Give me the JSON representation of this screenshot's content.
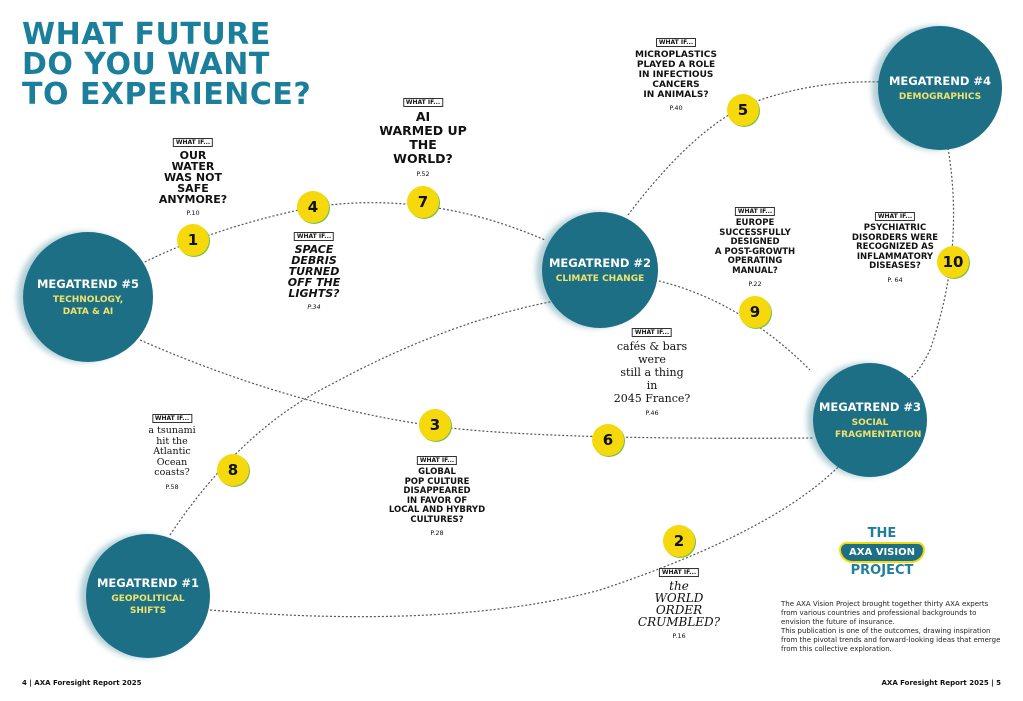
{
  "title": [
    "WHAT FUTURE",
    "DO YOU WANT",
    "TO EXPERIENCE?"
  ],
  "megatrends": [
    {
      "id": "mt5",
      "label": "MEGATREND #5",
      "subtitle": "TECHNOLOGY, DATA & AI"
    },
    {
      "id": "mt2",
      "label": "MEGATREND #2",
      "subtitle": "CLIMATE CHANGE"
    },
    {
      "id": "mt4",
      "label": "MEGATREND #4",
      "subtitle": "DEMOGRAPHICS"
    },
    {
      "id": "mt3",
      "label": "MEGATREND #3",
      "subtitle": "SOCIAL FRAGMENTATION"
    },
    {
      "id": "mt1",
      "label": "MEGATREND #1",
      "subtitle": "GEOPOLITICAL SHIFTS"
    }
  ],
  "what_if_label": "WHAT IF...",
  "scenarios": [
    {
      "number": "1",
      "text": "OUR\nWATER\nWAS NOT\nSAFE\nANYMORE?",
      "page": "P.10"
    },
    {
      "number": "2",
      "text": "the\nWORLD\nORDER\nCRUMBLED?",
      "page": "P.16"
    },
    {
      "number": "3",
      "text": "GLOBAL\nPOP CULTURE\nDISAPPEARED\nIN FAVOR OF\nLOCAL AND HYBRYD\nCULTURES?",
      "page": "P.28"
    },
    {
      "number": "4",
      "text": "SPACE\nDEBRIS\nTURNED\nOFF THE\nLIGHTS?",
      "page": "P.34"
    },
    {
      "number": "5",
      "text": "MICROPLASTICS\nPLAYED A ROLE\nIN INFECTIOUS\nCANCERS\nIN ANIMALS?",
      "page": "P.40"
    },
    {
      "number": "6",
      "text": "cafés & bars\nwere\nstill a thing\nin\n2045 France?",
      "page": "P.46"
    },
    {
      "number": "7",
      "text": "AI\nWARMED UP\nTHE\nWORLD?",
      "page": "P.52"
    },
    {
      "number": "8",
      "text": "a tsunami\nhit the\nAtlantic\nOcean\ncoasts?",
      "page": "P.58"
    },
    {
      "number": "9",
      "text": "EUROPE\nSUCCESSFULLY\nDESIGNED\nA POST-GROWTH\nOPERATING\nMANUAL?",
      "page": "P.22"
    },
    {
      "number": "10",
      "text": "PSYCHIATRIC\nDISORDERS WERE\nRECOGNIZED AS\nINFLAMMATORY\nDISEASES?",
      "page": "P. 64"
    }
  ],
  "logo": {
    "line1": "THE",
    "line2": "AXA VISION",
    "line3": "PROJECT"
  },
  "about": "The AXA Vision Project brought together thirty AXA experts from various countries and professional backgrounds to envision the future of insurance.\nThis publication is one of the outcomes, drawing inspiration from the pivotal trends and forward-looking ideas that emerge from this collective exploration.",
  "footer_left": "4 | AXA Foresight Report 2025",
  "footer_right": "AXA Foresight Report 2025 | 5"
}
